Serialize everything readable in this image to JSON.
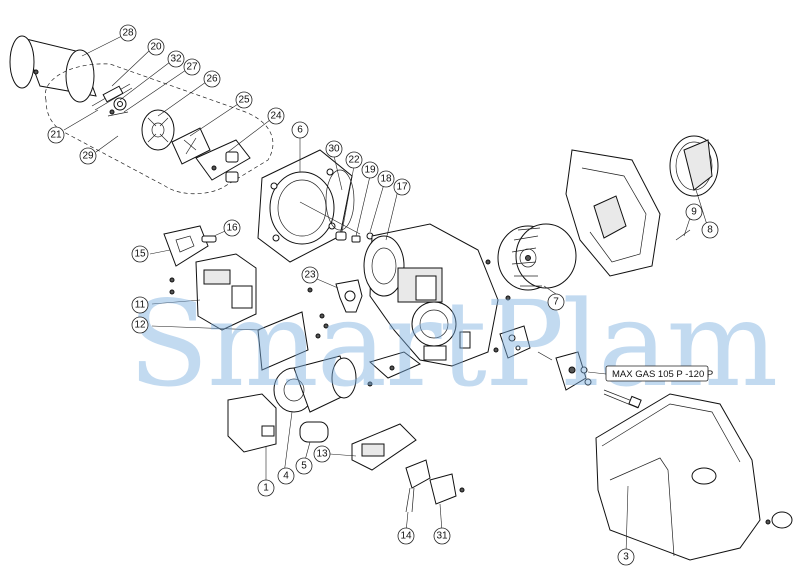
{
  "watermark": "SmartPlam",
  "model_label": "MAX GAS 105 P -120 P",
  "callouts": {
    "c1": "1",
    "c3": "3",
    "c4": "4",
    "c5": "5",
    "c6": "6",
    "c7": "7",
    "c8": "8",
    "c9": "9",
    "c11": "11",
    "c12": "12",
    "c13": "13",
    "c14": "14",
    "c15": "15",
    "c16": "16",
    "c17": "17",
    "c18": "18",
    "c19": "19",
    "c20": "20",
    "c21": "21",
    "c22": "22",
    "c23": "23",
    "c24": "24",
    "c25": "25",
    "c26": "26",
    "c27": "27",
    "c28": "28",
    "c29": "29",
    "c30": "30",
    "c31": "31",
    "c32": "32"
  }
}
